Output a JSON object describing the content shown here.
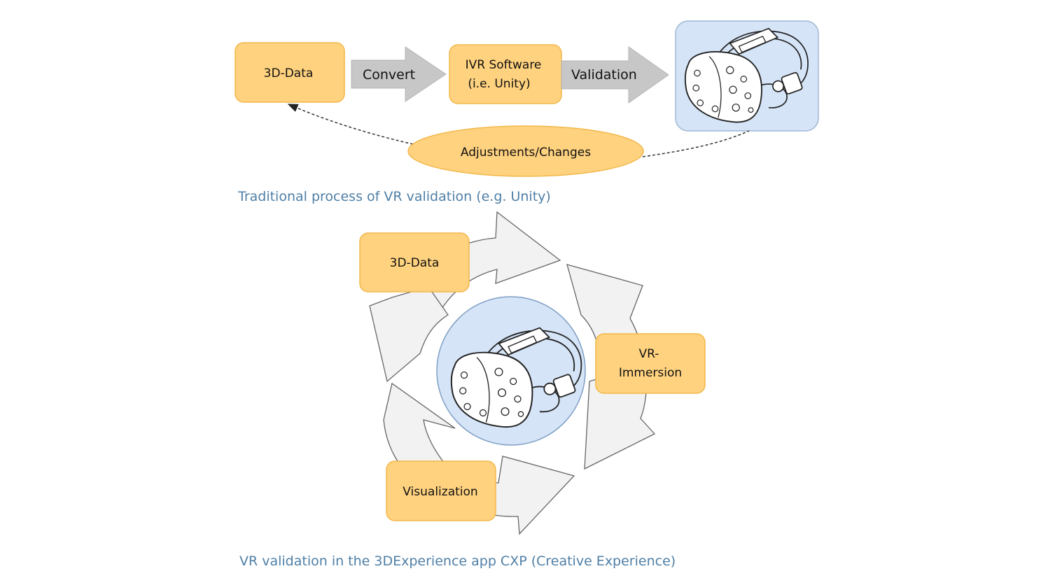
{
  "colors": {
    "box_fill": "#ffd27f",
    "box_stroke": "#f2b84b",
    "headset_panel": "#d5e4f7",
    "arrow_gray": "#c7c7c7",
    "cycle_arrow": "#f2f2f2",
    "caption": "#4f7fa6"
  },
  "traditional": {
    "data_box": "3D-Data",
    "convert_arrow": "Convert",
    "software_box_line1": "IVR Software",
    "software_box_line2": "(i.e. Unity)",
    "validation_arrow": "Validation",
    "headset_icon": "vr-headset",
    "feedback_ellipse": "Adjustments/Changes",
    "caption": "Traditional process of VR validation (e.g. Unity)"
  },
  "cycle": {
    "data_box": "3D-Data",
    "immersion_line1": "VR-",
    "immersion_line2": "Immersion",
    "visualization_box": "Visualization",
    "headset_icon": "vr-headset",
    "caption": "VR validation in the 3DExperience app CXP (Creative Experience)"
  }
}
